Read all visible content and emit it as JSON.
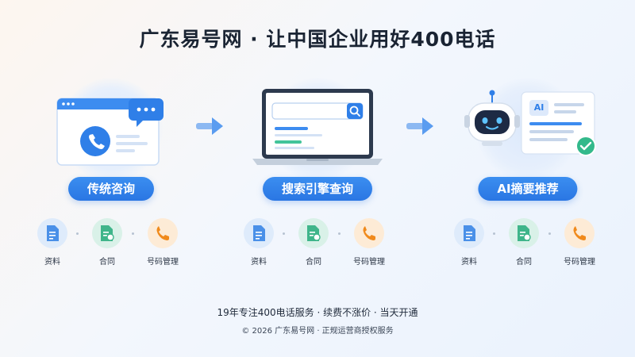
{
  "title": "广东易号网 · 让中国企业用好400电话",
  "channels": [
    {
      "label": "传统咨询"
    },
    {
      "label": "搜索引擎查询"
    },
    {
      "label": "AI摘要推荐"
    }
  ],
  "ai_badge": "AI",
  "doc_icons": [
    {
      "label": "资料"
    },
    {
      "label": "合同"
    },
    {
      "label": "号码管理"
    }
  ],
  "footer": {
    "line1": "19年专注400电话服务 · 续费不涨价 · 当天开通",
    "line2": "© 2026 广东易号网 · 正规运营商授权服务"
  },
  "colors": {
    "accent": "#2a76e3",
    "doc_blue": "#4a90e8",
    "doc_green": "#3fb58a",
    "phone_orange": "#f08a1c"
  }
}
